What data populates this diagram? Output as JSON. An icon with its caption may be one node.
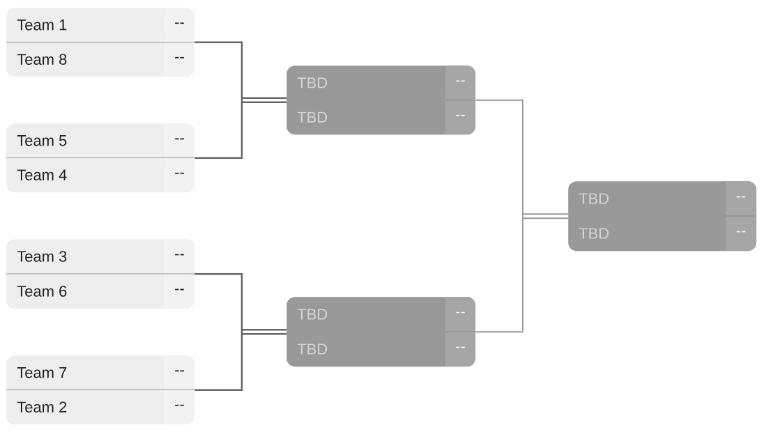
{
  "diagram": {
    "nodes": [
      {
        "text": [
          "Team 1",
          "--",
          "Team 8",
          "--"
        ]
      },
      {
        "text": [
          "Team 5",
          "--",
          "Team 4",
          "--"
        ]
      },
      {
        "text": [
          "Team 3",
          "--",
          "Team 6",
          "--"
        ]
      },
      {
        "text": [
          "Team 7",
          "--",
          "Team 2",
          "--"
        ]
      },
      {
        "text": [
          "TBD",
          "--",
          "TBD",
          "--"
        ]
      },
      {
        "text": [
          "TBD",
          "--",
          "TBD",
          "--"
        ]
      },
      {
        "text": [
          "TBD",
          "--",
          "TBD",
          "--"
        ]
      }
    ],
    "edges": [
      {
        "from": 0,
        "to": 4,
        "arrow": "none"
      },
      {
        "from": 1,
        "to": 4,
        "arrow": "none"
      },
      {
        "from": 2,
        "to": 5,
        "arrow": "none"
      },
      {
        "from": 3,
        "to": 5,
        "arrow": "none"
      },
      {
        "from": 4,
        "to": 6,
        "arrow": "none",
        "color": "#999999"
      },
      {
        "from": 5,
        "to": 6,
        "arrow": "none",
        "color": "#999999"
      }
    ]
  }
}
